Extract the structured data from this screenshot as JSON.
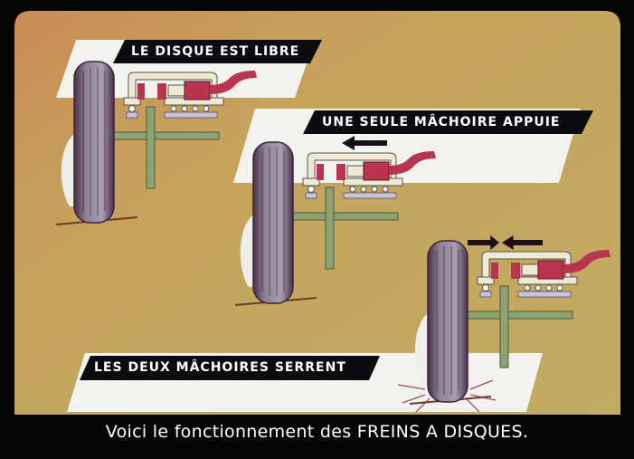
{
  "labels": {
    "free_disc": "LE DISQUE EST LIBRE",
    "one_jaw": "UNE SEULE MÂCHOIRE APPUIE",
    "both_jaws": "LES DEUX MÂCHOIRES SERRENT"
  },
  "caption": "Voici le fonctionnement des FREINS A DISQUES.",
  "colors": {
    "background": "#c4a85e",
    "tire": "#8e8296",
    "caliper": "#b8344f",
    "axle": "#8fa273",
    "banner": "#0b0b12"
  }
}
